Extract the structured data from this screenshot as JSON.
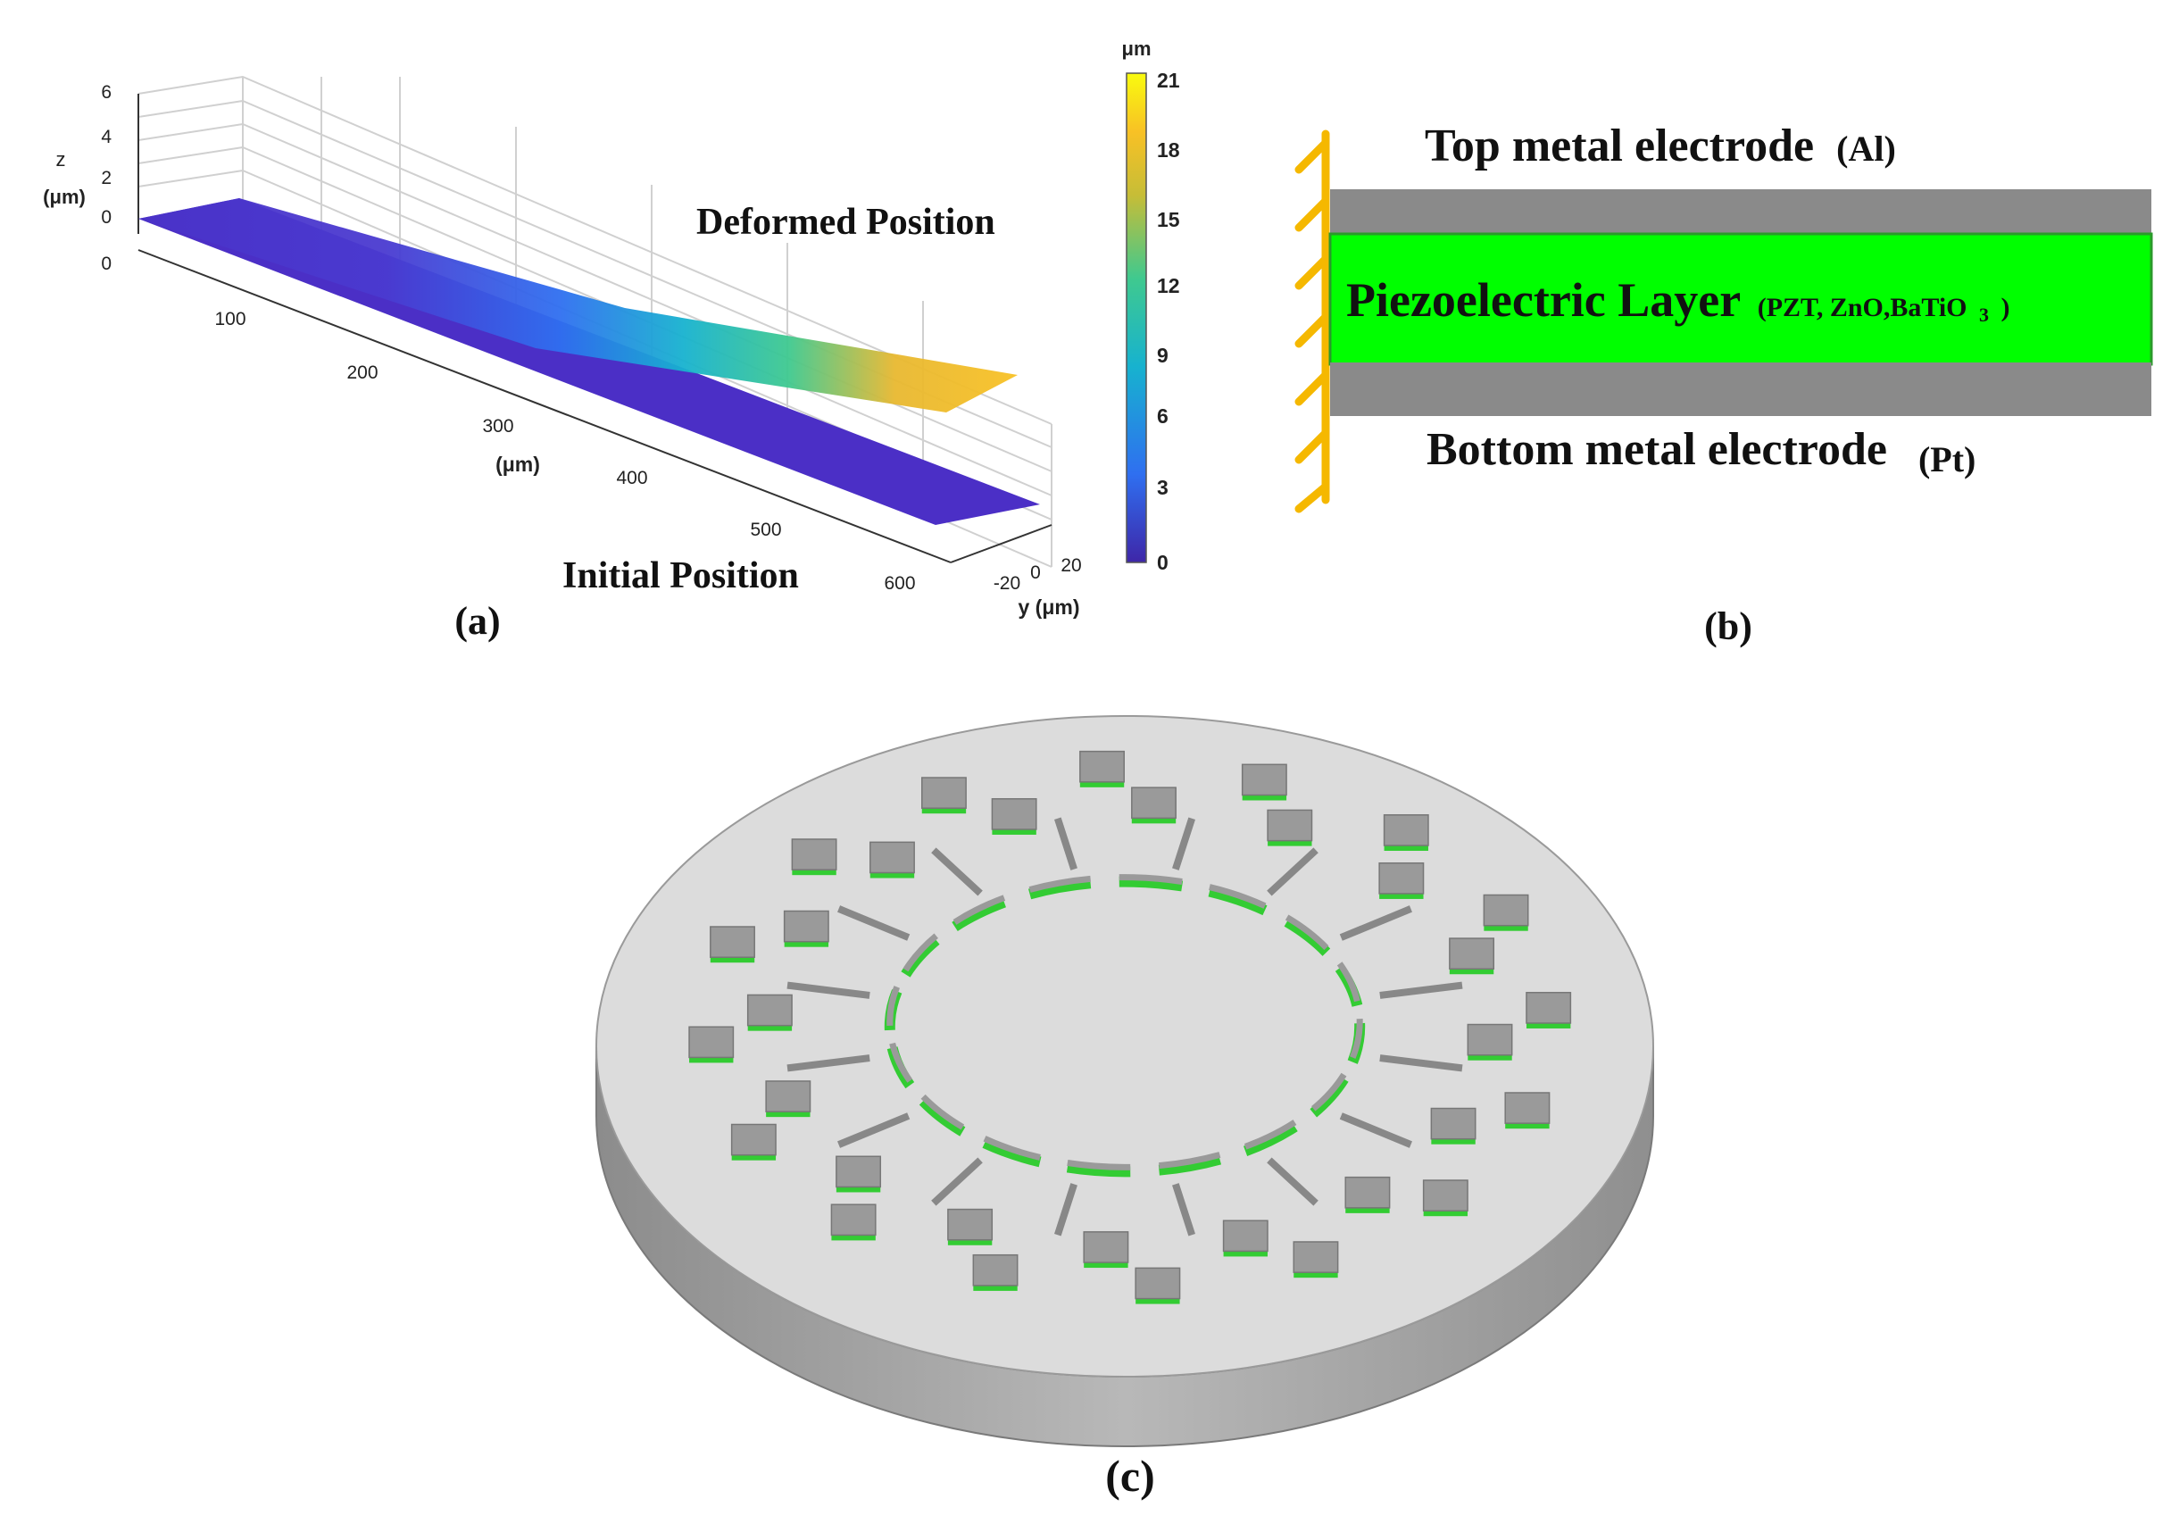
{
  "panel_a": {
    "label": "(a)",
    "z_axis": {
      "label_line1": "z",
      "label_line2": "(μm)",
      "ticks": [
        "6",
        "4",
        "2",
        "0",
        "0"
      ]
    },
    "x_axis": {
      "label": "(μm)",
      "ticks": [
        "100",
        "200",
        "300",
        "400",
        "500",
        "600"
      ]
    },
    "y_axis": {
      "label": "y (μm)",
      "ticks": [
        "-20",
        "0",
        "20"
      ]
    },
    "colorbar": {
      "unit": "μm",
      "ticks": [
        "21",
        "18",
        "15",
        "12",
        "9",
        "6",
        "3",
        "0"
      ],
      "colors": [
        "#3e26a8",
        "#2f6ff0",
        "#17b2cf",
        "#3fc98f",
        "#c6bd37",
        "#f8c125",
        "#f9fb0e"
      ]
    },
    "annotation_deformed": "Deformed Position",
    "annotation_initial": "Initial Position"
  },
  "panel_b": {
    "label": "(b)",
    "top_label_main": "Top metal electrode",
    "top_label_material": "(Al)",
    "middle_label_main": "Piezoelectric Layer",
    "middle_label_material": "(PZT, ZnO,BaTiO",
    "middle_label_subscript": "3",
    "middle_label_close": ")",
    "bottom_label_main": "Bottom metal electrode",
    "bottom_label_material": "(Pt)",
    "colors": {
      "electrode": "#8a8a8a",
      "piezo": "#00ff00",
      "clamp": "#f5b800"
    }
  },
  "panel_c": {
    "label": "(c)",
    "colors": {
      "disc_top": "#d9d9d9",
      "disc_side": "#a6a6a6",
      "pad": "#9a9a9a",
      "piezo": "#33cc33"
    }
  }
}
